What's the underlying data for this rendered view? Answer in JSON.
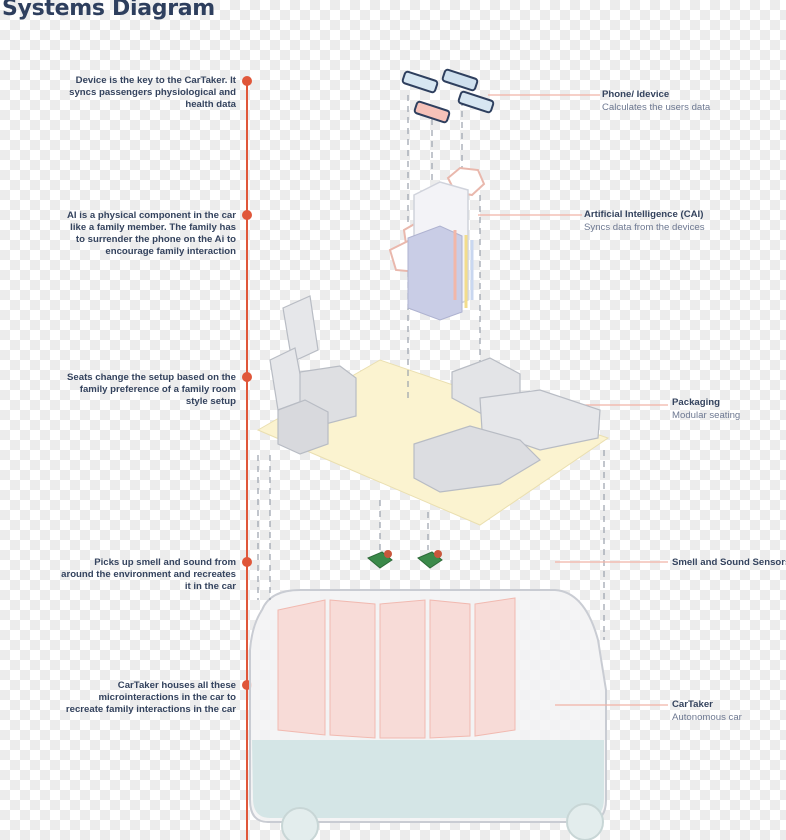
{
  "title": "Systems Diagram",
  "colors": {
    "timeline": "#e0573a",
    "text_dark": "#34435e",
    "text_light": "#6d7891",
    "platform": "#fbf3d0",
    "car_body": "#f2f2f4",
    "car_water": "#cfe3e3",
    "car_pink": "#f8d3cd"
  },
  "left_notes": [
    {
      "text": "Device is the key to the CarTaker. It syncs passengers physiological and health data"
    },
    {
      "text": "AI is a physical component in the car like a family member. The family has to surrender the phone on the Ai to encourage family interaction"
    },
    {
      "text": "Seats change the setup based on the family preference of a family room style setup"
    },
    {
      "text": "Picks up smell and sound from around the environment and recreates it in the car"
    },
    {
      "text": "CarTaker houses all these microinteractions in the car to recreate family interactions in the car"
    }
  ],
  "components": [
    {
      "title": "Phone/ Idevice",
      "subtitle": "Calculates the users data",
      "icon": "phone-icon"
    },
    {
      "title": "Artificial Intelligence (CAI)",
      "subtitle": "Syncs data from the devices",
      "icon": "ai-icon"
    },
    {
      "title": "Packaging",
      "subtitle": "Modular seating",
      "icon": "seat-icon"
    },
    {
      "title": "Smell and Sound Sensors",
      "subtitle": "",
      "icon": "sensor-icon"
    },
    {
      "title": "CarTaker",
      "subtitle": "Autonomous car",
      "icon": "car-icon"
    }
  ]
}
